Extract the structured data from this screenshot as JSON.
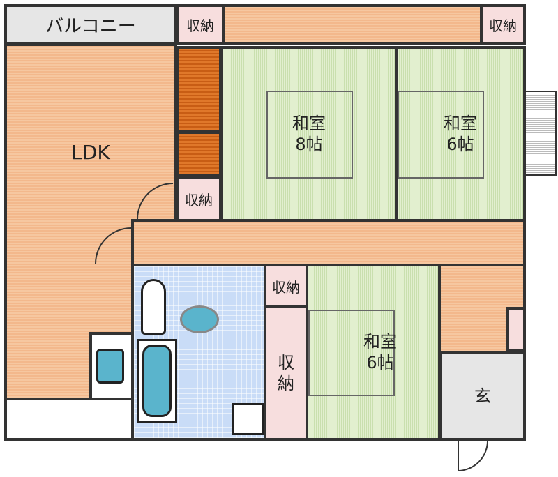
{
  "rooms": {
    "balcony": "バルコニー",
    "ldk": "LDK",
    "washitsu8": {
      "name": "和室",
      "size": "8帖"
    },
    "washitsu6_top": {
      "name": "和室",
      "size": "6帖"
    },
    "washitsu6_bottom": {
      "name": "和室",
      "size": "6帖"
    },
    "entrance": "玄",
    "closet": "収納",
    "closet_tall": [
      "収",
      "納"
    ]
  },
  "colors": {
    "wall": "#333333",
    "flooring": "#f6c7a0",
    "tatami": "#d9eac0",
    "closet": "#f7dede",
    "bath": "#c9dcf7",
    "fixture": "#5ab4cc"
  }
}
